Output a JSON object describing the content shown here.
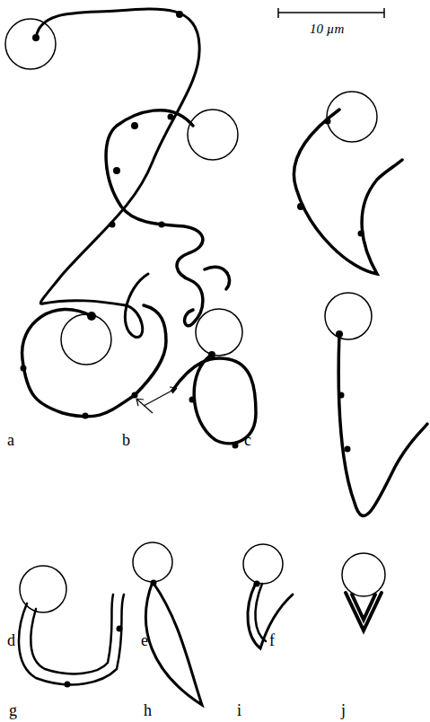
{
  "diagram": {
    "labels": [
      "10 µm",
      "a",
      "b",
      "c",
      "d",
      "e",
      "f",
      "g",
      "h",
      "i",
      "j"
    ]
  }
}
